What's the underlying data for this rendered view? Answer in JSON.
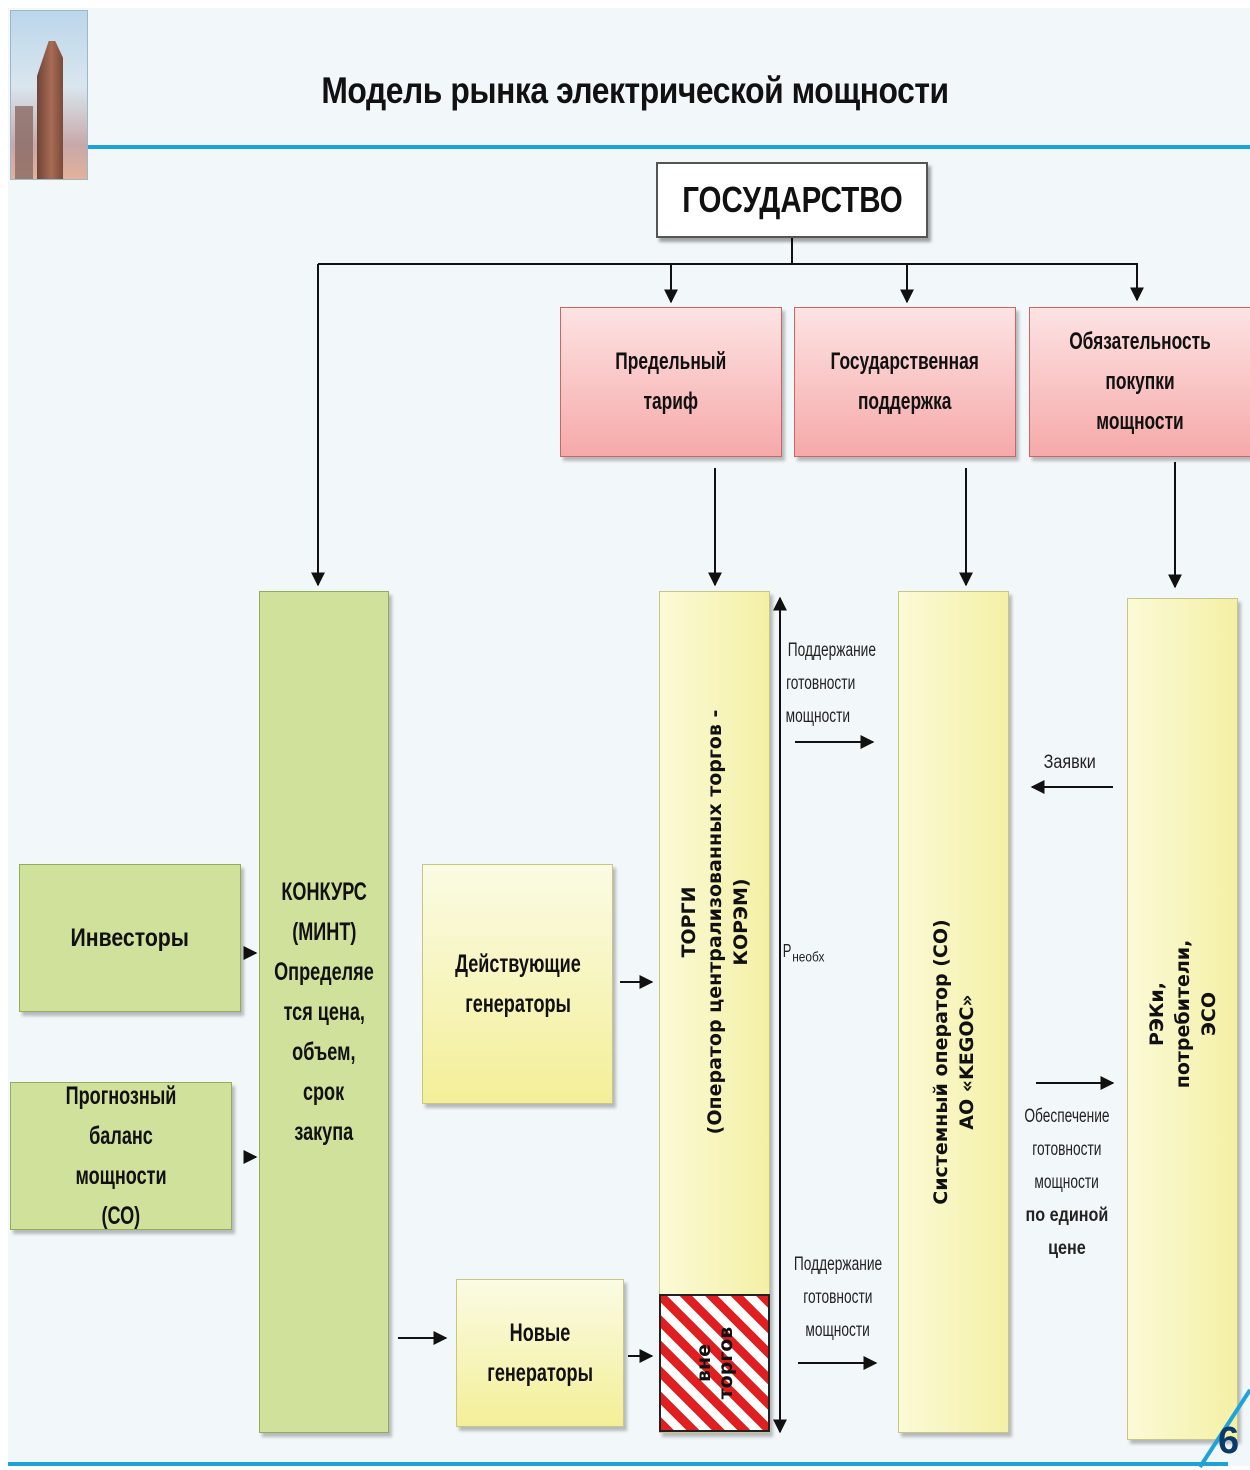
{
  "header": {
    "title": "Модель рынка электрической мощности",
    "page_number": "6"
  },
  "diagram": {
    "state": "ГОСУДАРСТВО",
    "tariff": [
      "Предельный",
      "тариф"
    ],
    "support": [
      "Государственная",
      "поддержка"
    ],
    "obligation": [
      "Обязательность",
      "покупки мощности"
    ],
    "contest": [
      "КОНКУРС",
      "(МИНТ)",
      "Определяе",
      "тся цена,",
      "объем,",
      "срок",
      "закупа"
    ],
    "investors": "Инвесторы",
    "forecast": [
      "Прогнозный баланс",
      "мощности",
      "(СО)"
    ],
    "existing_gen": [
      "Действующие",
      "генераторы"
    ],
    "new_gen": [
      "Новые",
      "генераторы"
    ],
    "trading": [
      "ТОРГИ",
      "(Оператор централизованных торгов -",
      "КОРЭМ)"
    ],
    "outside_trading": [
      "вне",
      "торгов"
    ],
    "system_operator": [
      "Системный оператор (СО)",
      "АО «KEGOC»"
    ],
    "consumers": [
      "РЭКи,",
      "потребители,",
      "ЭСО"
    ],
    "maintain_top": [
      "Поддержание",
      "готовности",
      "мощности"
    ],
    "maintain_bottom": [
      "Поддержание",
      "готовности",
      "мощности"
    ],
    "applications": "Заявки",
    "p_required": "Р",
    "p_required_sub": "необх",
    "provision": [
      "Обеспечение",
      "готовности",
      "мощности",
      "по единой",
      "цене"
    ]
  },
  "colors": {
    "accent_line": "#1ea3d8",
    "pink_box": "#f6a9a9",
    "green_box": "#cfe19a",
    "yellow_box": "#f3ef98",
    "hatch_red": "#e02020"
  }
}
